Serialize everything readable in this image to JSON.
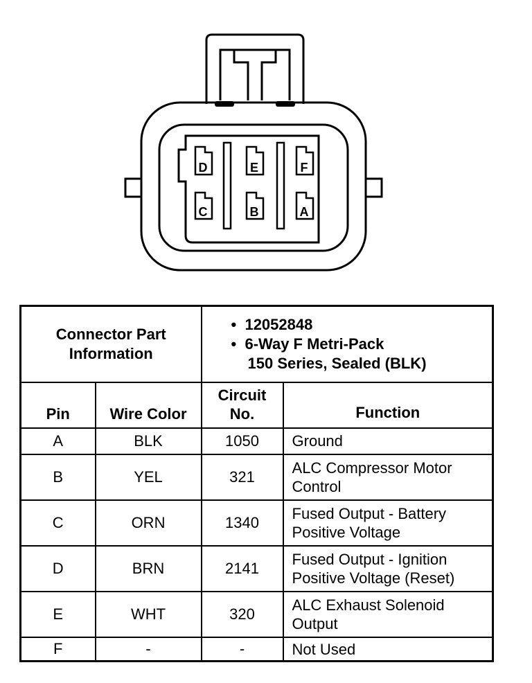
{
  "connector": {
    "pins_top": [
      "D",
      "E",
      "F"
    ],
    "pins_bottom": [
      "C",
      "B",
      "A"
    ]
  },
  "part_info": {
    "label_line1": "Connector Part",
    "label_line2": "Information",
    "bullets": [
      {
        "bullet": "•",
        "lines": [
          "12052848"
        ]
      },
      {
        "bullet": "•",
        "lines": [
          "6-Way F Metri-Pack",
          "150 Series, Sealed (BLK)"
        ]
      }
    ]
  },
  "headers": {
    "pin": "Pin",
    "wire_color": "Wire Color",
    "circuit_line1": "Circuit",
    "circuit_line2": "No.",
    "function": "Function"
  },
  "rows": [
    {
      "pin": "A",
      "wire": "BLK",
      "circuit": "1050",
      "function": [
        "Ground"
      ]
    },
    {
      "pin": "B",
      "wire": "YEL",
      "circuit": "321",
      "function": [
        "ALC Compressor Motor",
        "Control"
      ]
    },
    {
      "pin": "C",
      "wire": "ORN",
      "circuit": "1340",
      "function": [
        "Fused Output - Battery",
        "Positive Voltage"
      ]
    },
    {
      "pin": "D",
      "wire": "BRN",
      "circuit": "2141",
      "function": [
        "Fused Output - Ignition",
        "Positive Voltage (Reset)"
      ]
    },
    {
      "pin": "E",
      "wire": "WHT",
      "circuit": "320",
      "function": [
        "ALC Exhaust Solenoid",
        "Output"
      ]
    },
    {
      "pin": "F",
      "wire": "-",
      "circuit": "-",
      "function": [
        "Not Used"
      ]
    }
  ]
}
